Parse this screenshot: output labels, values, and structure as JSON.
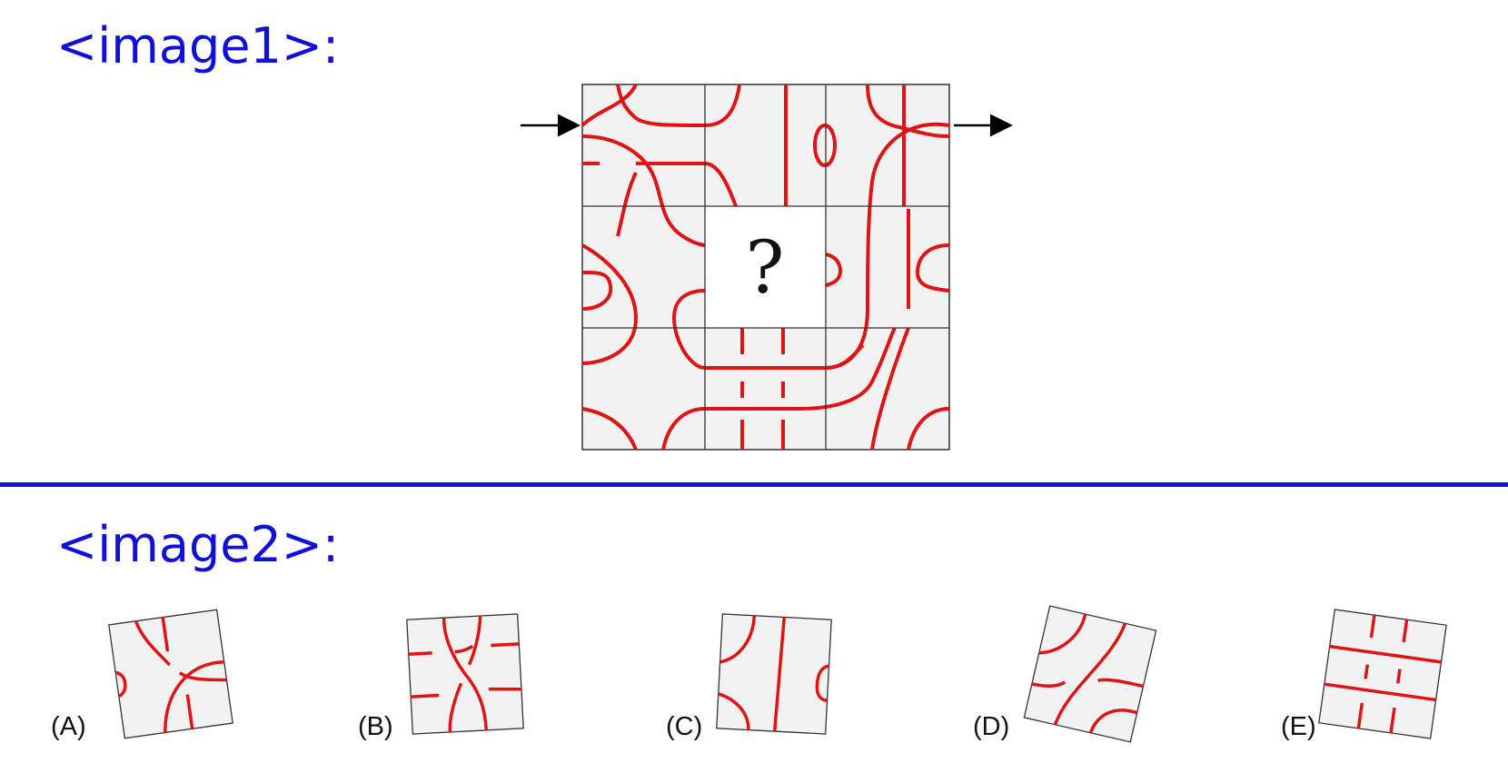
{
  "image1": {
    "label": "<image1>:",
    "missing_mark": "?",
    "grid": {
      "rows": 3,
      "cols": 3,
      "missing_cell": "center"
    },
    "colors": {
      "cell_fill": "#f2f2f2",
      "path": "#e01414",
      "grid_line": "#333333",
      "arrow": "#000000",
      "label": "#1010d8"
    },
    "arrows": [
      "entry-arrow-left",
      "exit-arrow-right"
    ]
  },
  "image2": {
    "label": "<image2>:",
    "options": [
      {
        "letter": "(A)"
      },
      {
        "letter": "(B)"
      },
      {
        "letter": "(C)"
      },
      {
        "letter": "(D)"
      },
      {
        "letter": "(E)"
      }
    ]
  }
}
